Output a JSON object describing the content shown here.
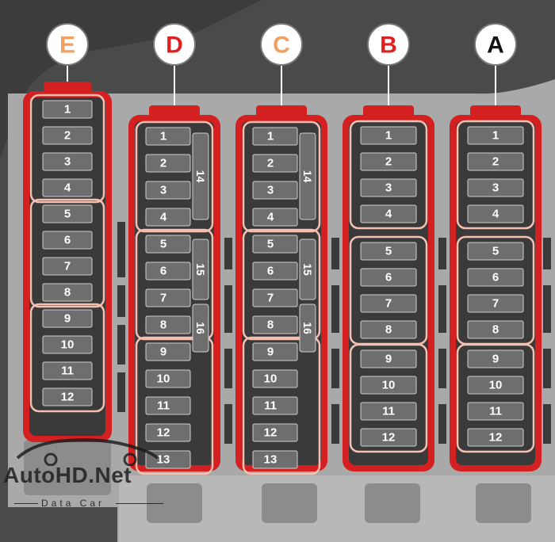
{
  "diagram": {
    "colors": {
      "background": "#4a4a4a",
      "panel": "#a9a9a9",
      "fuse_block": "#3a3a3a",
      "fuse": "#6e6e6e",
      "highlight_red": "#d42020",
      "highlight_outline": "#f5c0b0",
      "letter_orange": "#f0a060",
      "letter_red": "#e02020",
      "letter_black": "#111111"
    },
    "columns": [
      {
        "letter": "E",
        "letter_color": "orange",
        "fuses": [
          "1",
          "2",
          "3",
          "4",
          "5",
          "6",
          "7",
          "8",
          "9",
          "10",
          "11",
          "12"
        ],
        "side_labels": []
      },
      {
        "letter": "D",
        "letter_color": "red",
        "fuses": [
          "1",
          "2",
          "3",
          "4",
          "5",
          "6",
          "7",
          "8",
          "9",
          "10",
          "11",
          "12",
          "13"
        ],
        "side_labels": [
          "14",
          "15",
          "16"
        ]
      },
      {
        "letter": "C",
        "letter_color": "orange",
        "fuses": [
          "1",
          "2",
          "3",
          "4",
          "5",
          "6",
          "7",
          "8",
          "9",
          "10",
          "11",
          "12",
          "13"
        ],
        "side_labels": [
          "14",
          "15",
          "16"
        ]
      },
      {
        "letter": "B",
        "letter_color": "red",
        "fuses": [
          "1",
          "2",
          "3",
          "4",
          "5",
          "6",
          "7",
          "8",
          "9",
          "10",
          "11",
          "12"
        ],
        "side_labels": []
      },
      {
        "letter": "A",
        "letter_color": "black",
        "fuses": [
          "1",
          "2",
          "3",
          "4",
          "5",
          "6",
          "7",
          "8",
          "9",
          "10",
          "11",
          "12"
        ],
        "side_labels": []
      }
    ]
  },
  "watermark": {
    "title": "AutoHD.Net",
    "subtitle": "Data Car"
  }
}
